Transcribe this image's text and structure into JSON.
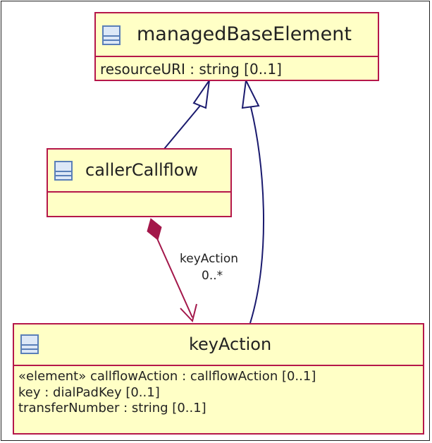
{
  "diagram": {
    "classes": {
      "managed_base_element": {
        "name": "managedBaseElement",
        "attributes": [
          "resourceURI : string [0..1]"
        ],
        "icon": "class-icon"
      },
      "caller_callflow": {
        "name": "callerCallflow",
        "attributes": [],
        "icon": "class-icon"
      },
      "key_action": {
        "name": "keyAction",
        "attributes": [
          "«element» callflowAction : callflowAction [0..1]",
          "key : dialPadKey [0..1]",
          "transferNumber : string [0..1]"
        ],
        "icon": "class-icon"
      }
    },
    "relations": {
      "generalization_1": {
        "from": "callerCallflow",
        "to": "managedBaseElement",
        "kind": "generalization"
      },
      "generalization_2": {
        "from": "keyAction",
        "to": "managedBaseElement",
        "kind": "generalization"
      },
      "composition": {
        "from": "callerCallflow",
        "to": "keyAction",
        "kind": "composition",
        "role": "keyAction",
        "multiplicity": "0..*"
      }
    },
    "colors": {
      "class_fill": "#ffffc6",
      "class_border": "#b5174a",
      "generalization_line": "#1a1a6e",
      "composition_line": "#a3174a",
      "icon_blue": "#5a7fb8"
    }
  }
}
